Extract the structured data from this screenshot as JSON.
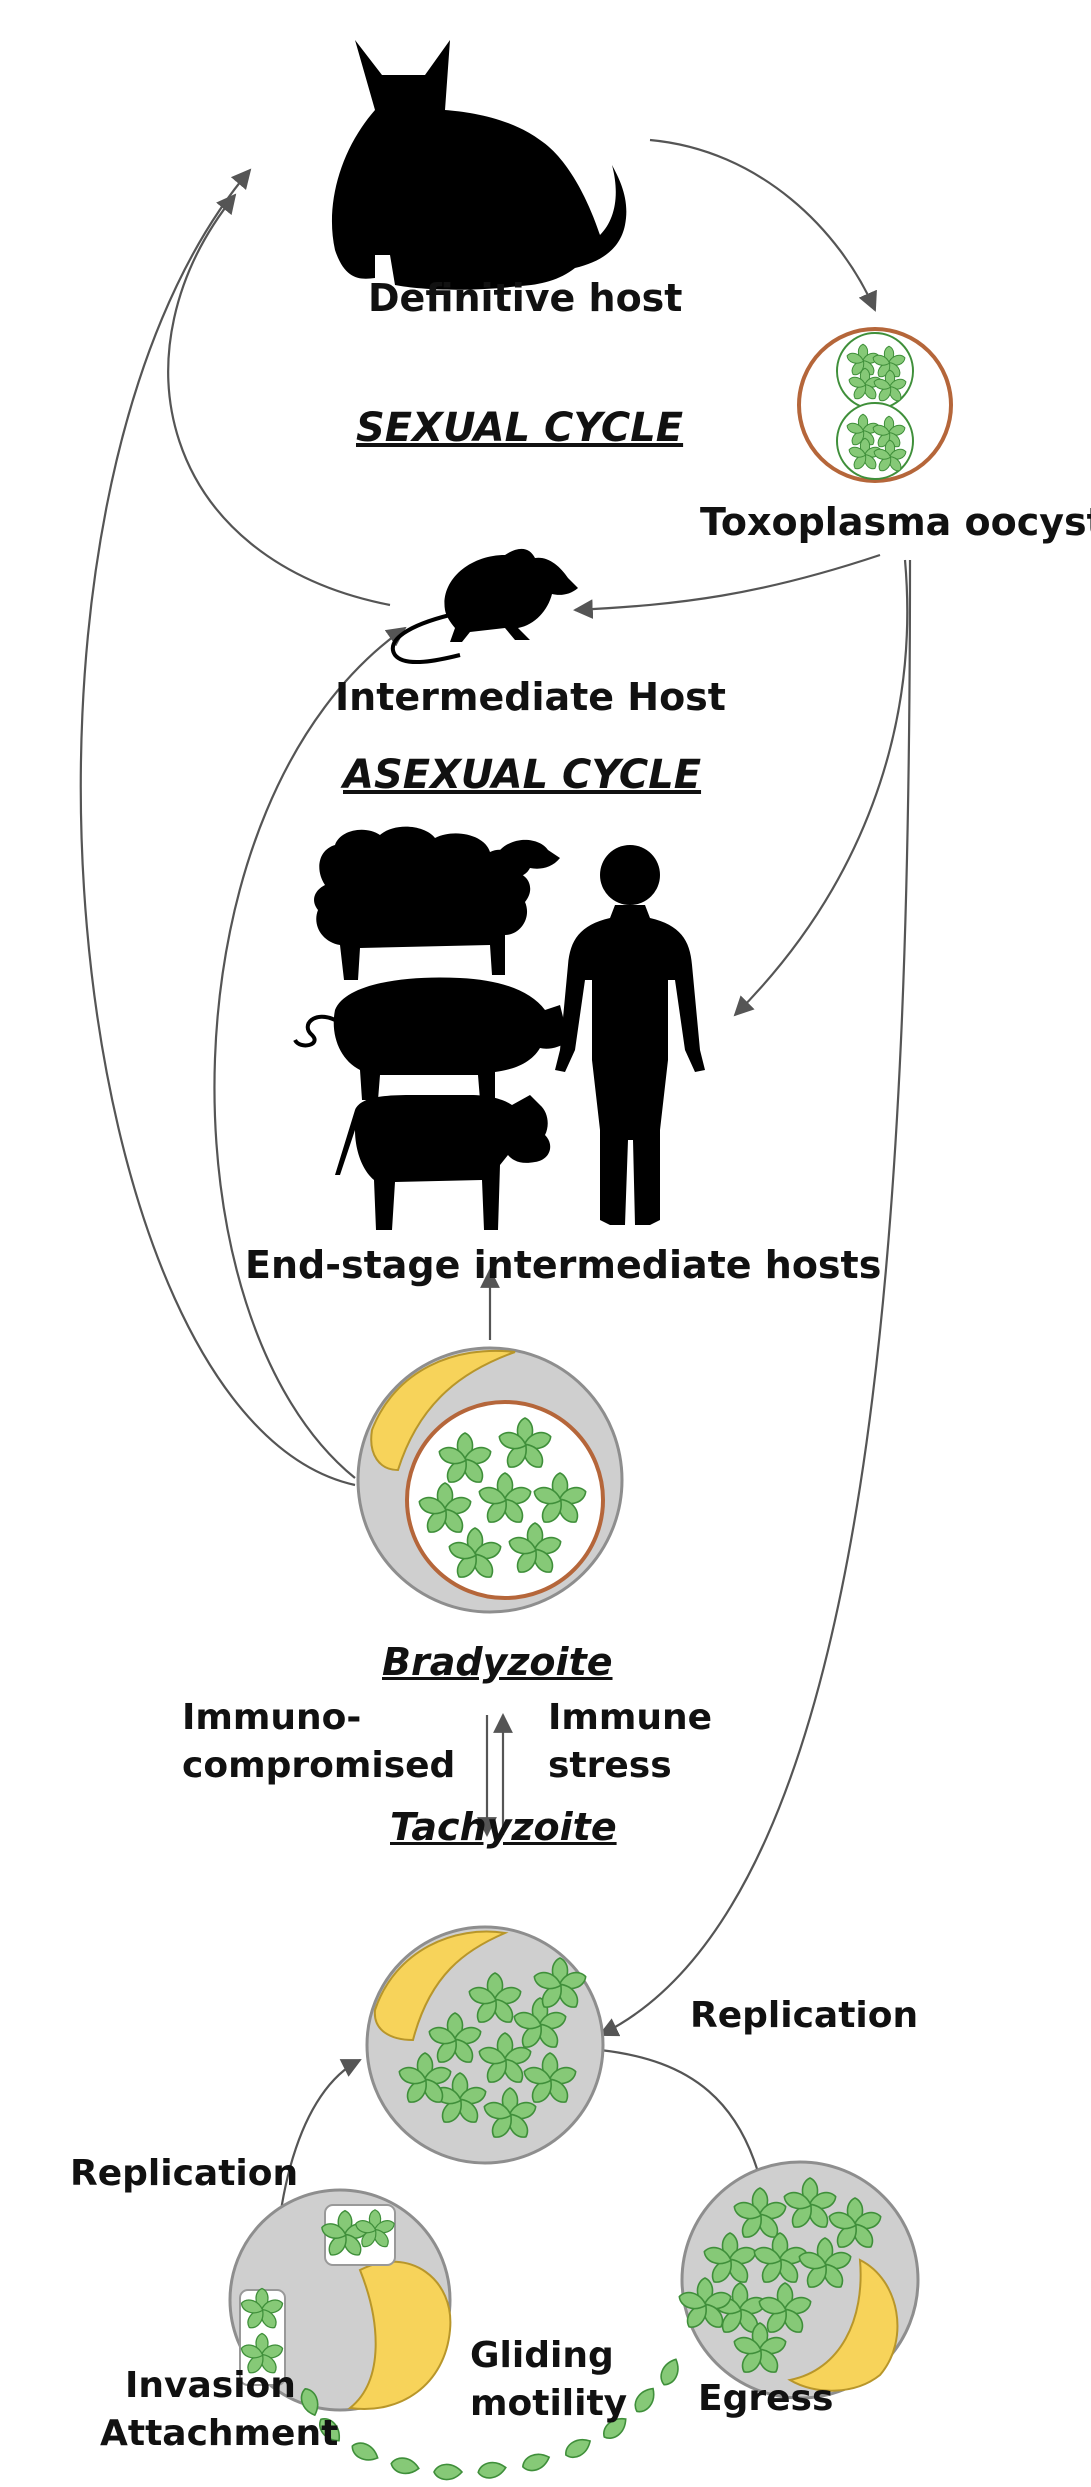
{
  "labels": {
    "definitive_host": "Definitive host",
    "sexual_cycle": "SEXUAL CYCLE",
    "toxoplasma_oocysts": "Toxoplasma oocysts",
    "intermediate_host": "Intermediate Host",
    "asexual_cycle": "ASEXUAL CYCLE",
    "end_stage_hosts": "End-stage intermediate hosts",
    "bradyzoite": "Bradyzoite",
    "immunocompromised_line1": "Immuno-",
    "immunocompromised_line2": "compromised",
    "immune_stress_line1": "Immune",
    "immune_stress_line2": "stress",
    "tachyzoite": "Tachyzoite",
    "replication_right": "Replication",
    "replication_left": "Replication",
    "invasion": "Invasion",
    "attachment": "Attachment",
    "gliding_line1": "Gliding",
    "gliding_line2": "motility",
    "egress": "Egress"
  },
  "icons": [
    "cat-icon",
    "rat-icon",
    "sheep-icon",
    "pig-icon",
    "cow-icon",
    "human-icon",
    "oocyst-icon",
    "bradyzoite-cyst-icon",
    "tachyzoite-cell-icon",
    "invasion-cell-icon",
    "egress-cell-icon"
  ],
  "colors": {
    "silhouette": "#000000",
    "parasite_green": "#7ec46a",
    "parasite_dark": "#3f8f3a",
    "nucleus_yellow": "#f7d35a",
    "cell_gray": "#cfcfcf",
    "cyst_wall": "#b5663a",
    "arrow": "#555555"
  }
}
